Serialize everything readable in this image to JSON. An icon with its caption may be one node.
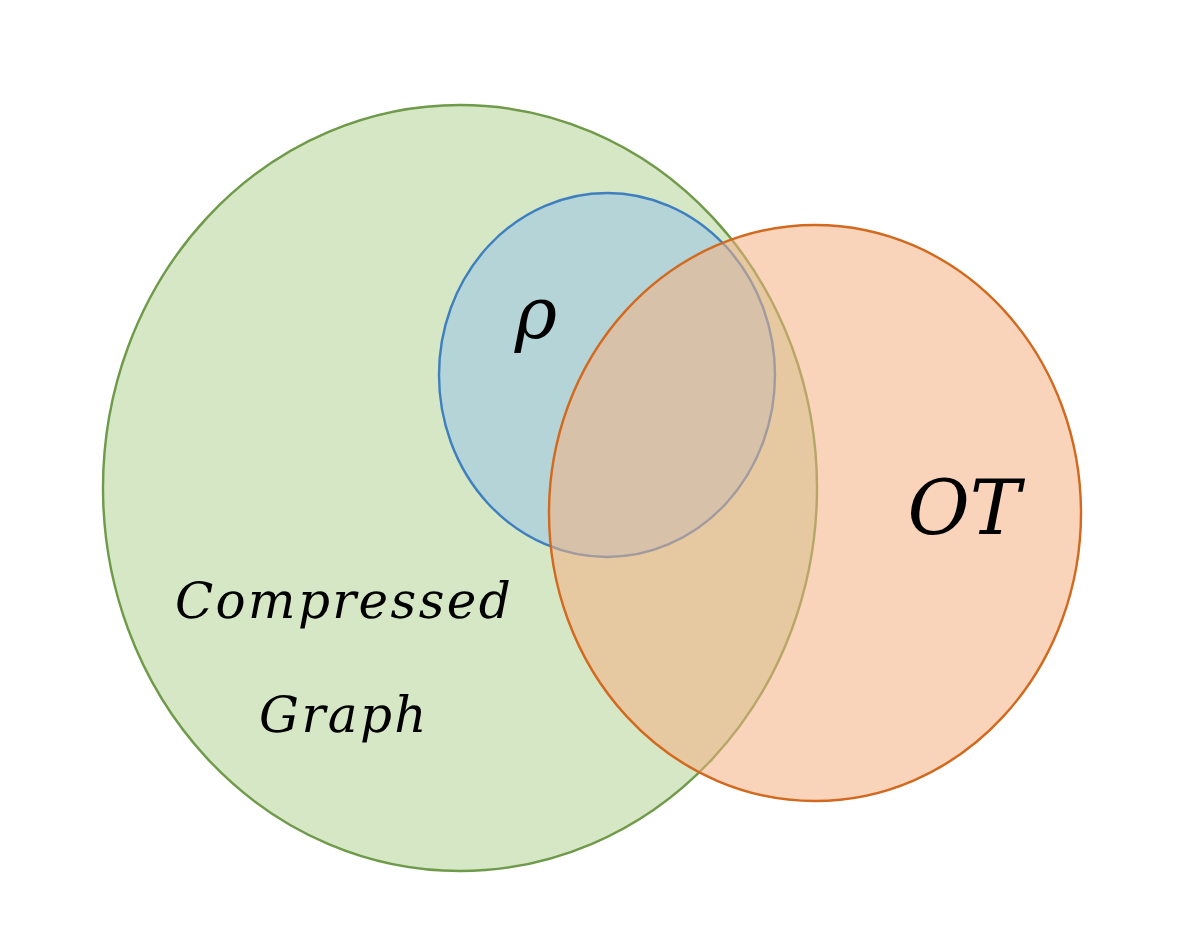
{
  "diagram": {
    "nodes": [
      {
        "text": [
          "Compressed Graph"
        ]
      },
      {
        "text": [
          "ρ"
        ],
        "in": 0
      },
      {
        "text": [
          "OT"
        ]
      }
    ]
  }
}
